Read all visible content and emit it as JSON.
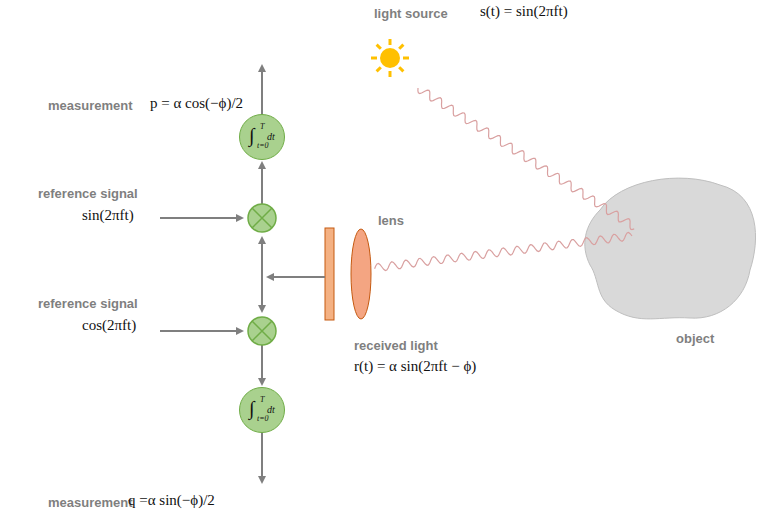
{
  "diagram": {
    "nodes": [
      {
        "text": [
          "∫",
          "T",
          "t=0",
          "dt"
        ]
      },
      {
        "text": [
          "∫",
          "T",
          "t=0",
          "dt"
        ]
      }
    ],
    "labels": [
      "light source",
      "s(t) = sin(2πft)",
      "measurement",
      "p = α cos(−ϕ)/2",
      "reference signal",
      "sin(2πft)",
      "lens",
      "reference signal",
      "cos(2πft)",
      "received light",
      "r(t) = α sin(2πft − ϕ)",
      "object",
      "measurement",
      "q =α sin(−ϕ)/2"
    ]
  }
}
